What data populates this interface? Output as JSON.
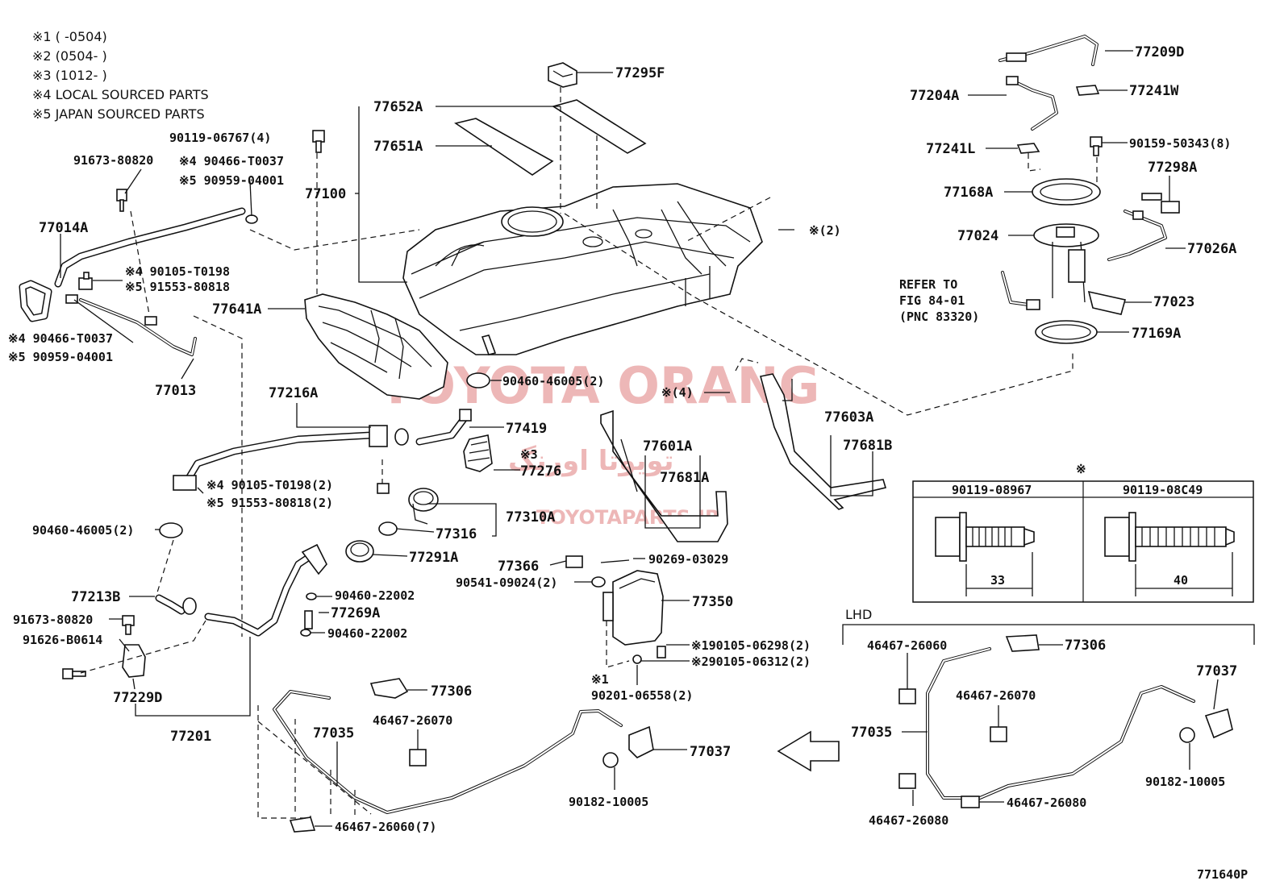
{
  "notes": [
    "※1 (     -0504)",
    "※2 (0504-     )",
    "※3 (1012-     )",
    "※4 LOCAL SOURCED PARTS",
    "※5 JAPAN SOURCED PARTS"
  ],
  "labels": {
    "p77295F": "77295F",
    "p77652A": "77652A",
    "p77651A": "77651A",
    "p77100": "77100",
    "p90119_06767": "90119-06767(4)",
    "p91673_80820_top": "91673-80820",
    "p90466_T0037_top": "※4 90466-T0037",
    "p90959_04001_top": "※5 90959-04001",
    "p77014A": "77014A",
    "p90105_T0198_top": "※4 90105-T0198",
    "p91553_80818_top": "※5 91553-80818",
    "p90466_T0037_left": "※4 90466-T0037",
    "p90959_04001_left": "※5 90959-04001",
    "p77013": "77013",
    "p77641A": "77641A",
    "p_bolt2": "※(2)",
    "p77209D": "77209D",
    "p77204A": "77204A",
    "p77241W": "77241W",
    "p77241L": "77241L",
    "p90159_50343": "90159-50343(8)",
    "p77298A": "77298A",
    "p77168A": "77168A",
    "p77024": "77024",
    "p77026A": "77026A",
    "refer1": "REFER TO",
    "refer2": "FIG 84-01",
    "refer3": "(PNC 83320)",
    "p77023": "77023",
    "p77169A": "77169A",
    "p90460_46005_mid": "90460-46005(2)",
    "p_bolt4": "※(4)",
    "p77216A": "77216A",
    "p77419": "77419",
    "p77276_note": "※3",
    "p77276": "77276",
    "p77601A": "77601A",
    "p77681A": "77681A",
    "p77603A": "77603A",
    "p77681B": "77681B",
    "p90105_T0198_mid": "※4 90105-T0198(2)",
    "p91553_80818_mid": "※5 91553-80818(2)",
    "p90460_46005_left": "90460-46005(2)",
    "p77310A": "77310A",
    "p77316": "77316",
    "p77291A": "77291A",
    "p77366": "77366",
    "p90269_03029": "90269-03029",
    "p90541_09024": "90541-09024(2)",
    "p77350": "77350",
    "p77213B": "77213B",
    "p90460_22002_a": "90460-22002",
    "p77269A": "77269A",
    "p90460_22002_b": "90460-22002",
    "p91673_80820_low": "91673-80820",
    "p91626_B0614": "91626-B0614",
    "p77229D": "77229D",
    "p77201": "77201",
    "p90105_06298": "※190105-06298(2)",
    "p90105_06312": "※290105-06312(2)",
    "p_note1": "※1",
    "p90201_06558": "90201-06558(2)",
    "p77306_mid": "77306",
    "p77035_mid": "77035",
    "p46467_26070_mid": "46467-26070",
    "p77037_mid": "77037",
    "p90182_10005_mid": "90182-10005",
    "p46467_26060_7": "46467-26060(7)",
    "lhd": "LHD",
    "p46467_26060_r": "46467-26060",
    "p77306_r": "77306",
    "p77037_r": "77037",
    "p46467_26070_r": "46467-26070",
    "p77035_r": "77035",
    "p90182_10005_r": "90182-10005",
    "p46467_26080_r": "46467-26080",
    "p46467_26080_l": "46467-26080",
    "figure_id": "771640P"
  },
  "bolt_table": {
    "mark": "※",
    "headers": [
      "90119-08967",
      "90119-08C49"
    ],
    "lengths": [
      "33",
      "40"
    ]
  },
  "watermark": {
    "main": "TOYOTA ORANG",
    "arabic": "تویوتا اورنگ",
    "site": "TOYOTAPARTS.IR"
  }
}
